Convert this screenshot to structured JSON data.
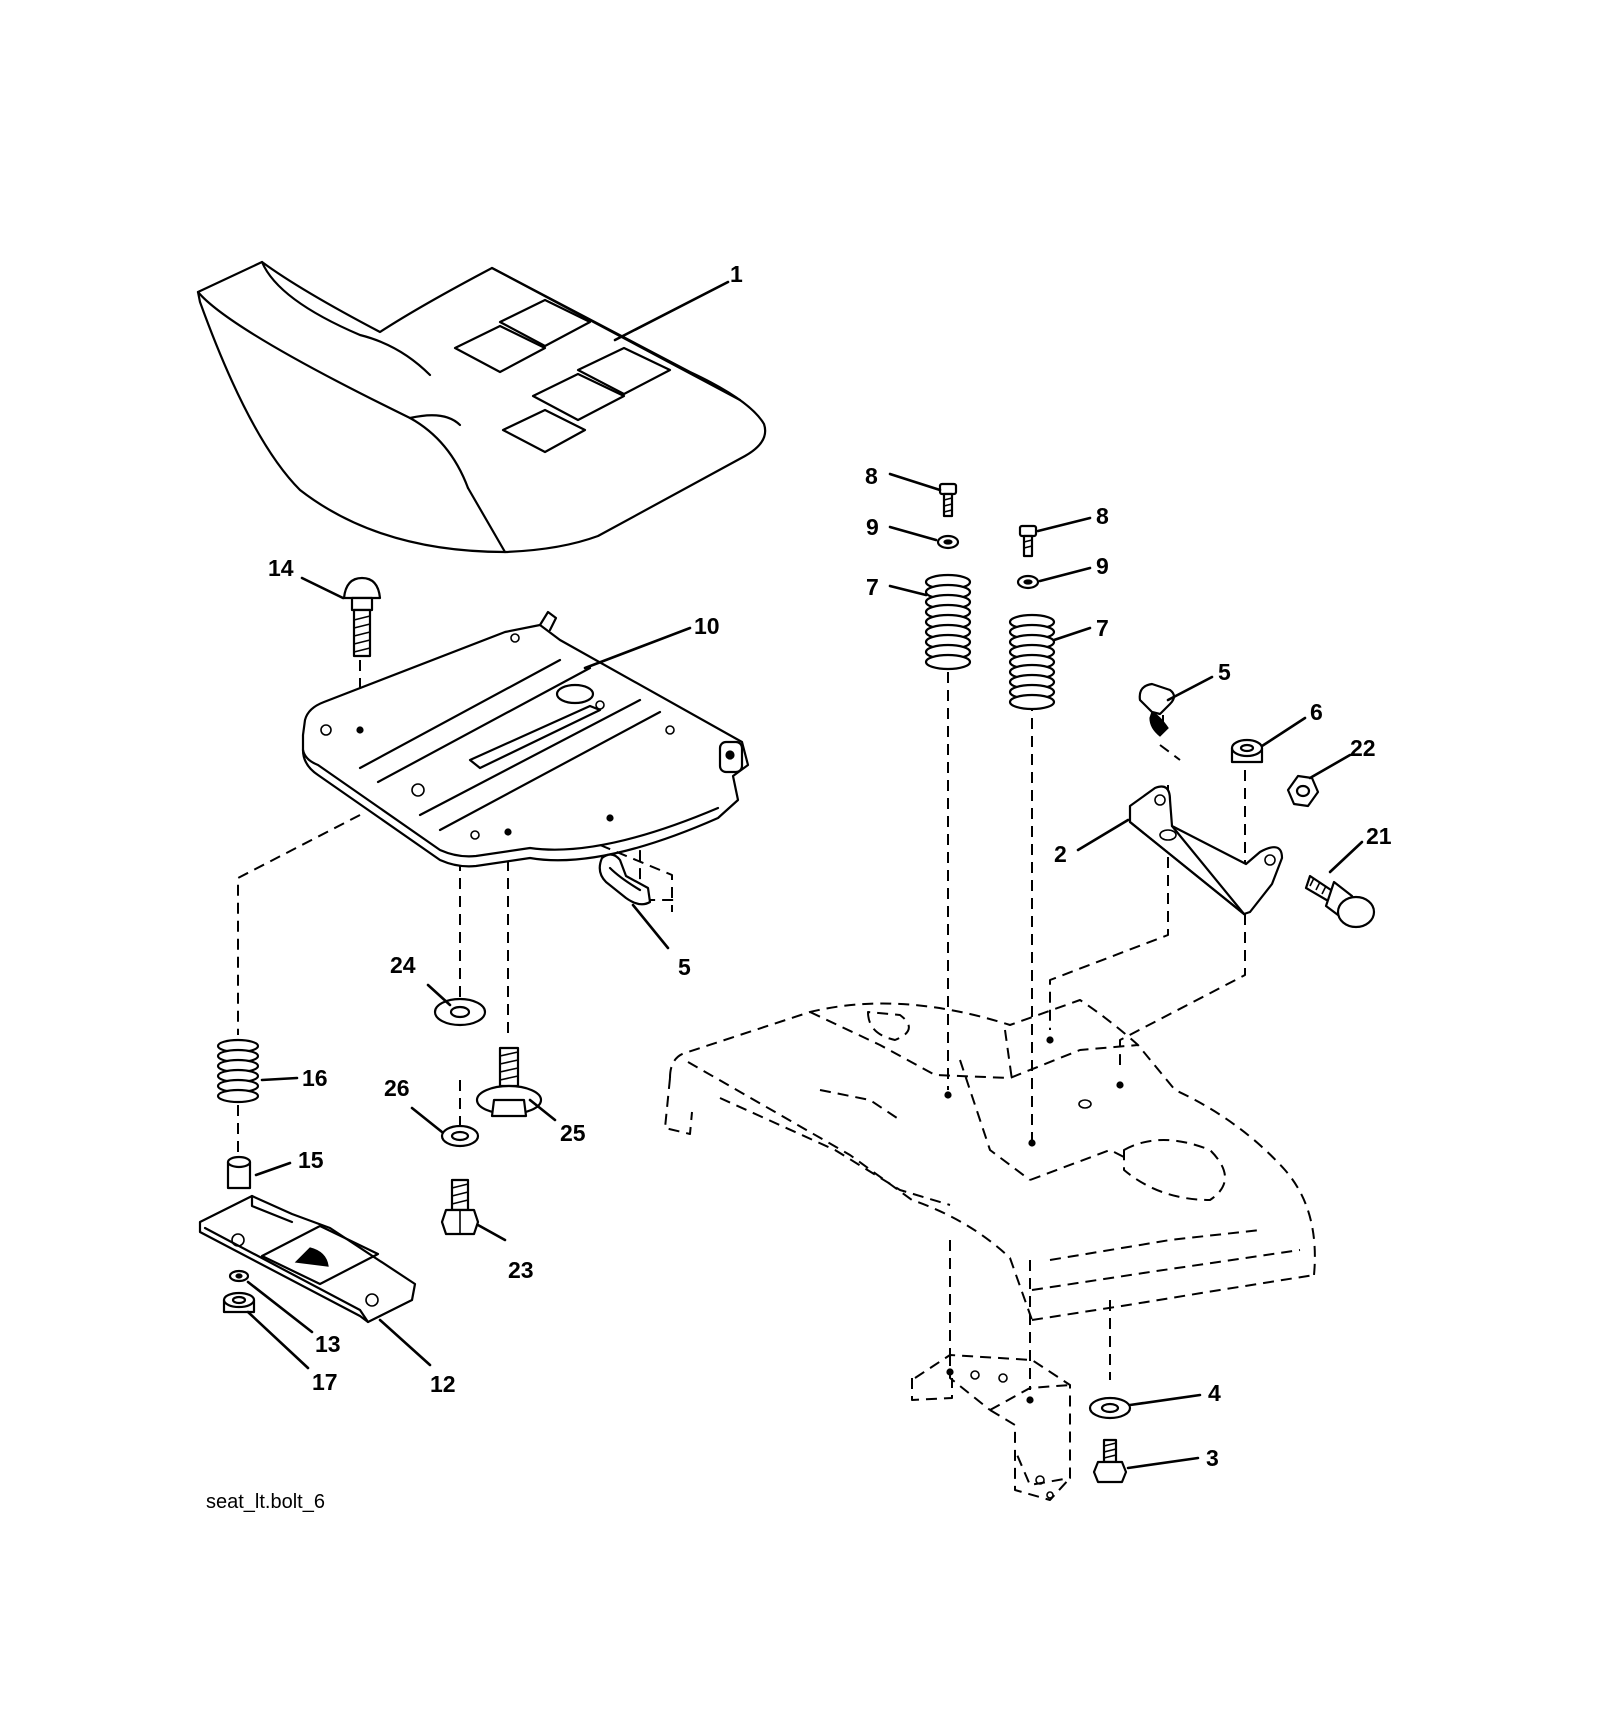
{
  "diagram_id": "seat_lt.bolt_6",
  "callouts": {
    "c1": "1",
    "c2": "2",
    "c3": "3",
    "c4": "4",
    "c5a": "5",
    "c5b": "5",
    "c6": "6",
    "c7a": "7",
    "c7b": "7",
    "c8a": "8",
    "c8b": "8",
    "c9a": "9",
    "c9b": "9",
    "c10": "10",
    "c12": "12",
    "c13": "13",
    "c14": "14",
    "c15": "15",
    "c16": "16",
    "c17": "17",
    "c21": "21",
    "c22": "22",
    "c23": "23",
    "c24": "24",
    "c25": "25",
    "c26": "26"
  }
}
